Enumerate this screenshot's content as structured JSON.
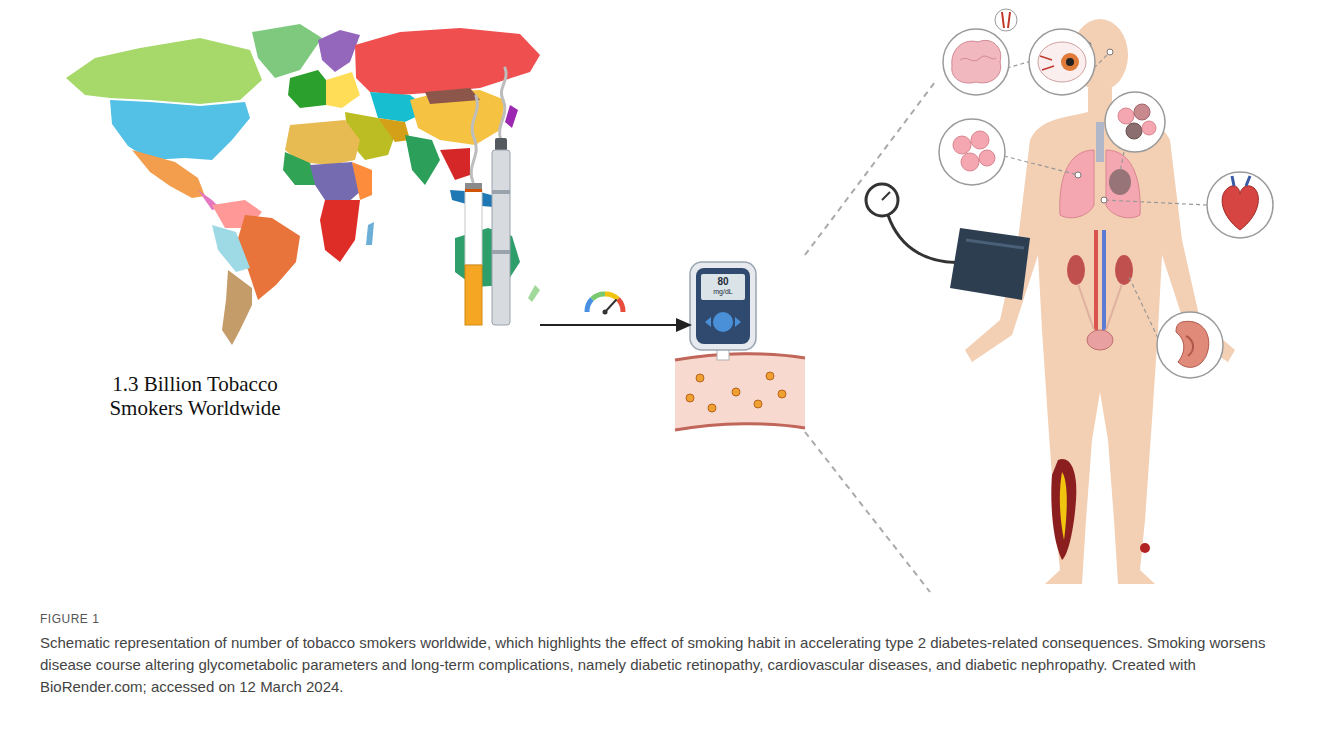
{
  "diagram": {
    "caption": "Schematic representation of number of tobacco smokers worldwide, which highlights the effect of smoking habit in accelerating type 2 diabetes-related consequences. Smoking worsens disease course altering glycometabolic parameters and long-term complications, namely diabetic retinopathy, cardiovascular diseases, and diabetic nephropathy. Created with BioRender.com; accessed on 12 March 2024.",
    "nodes": [
      {
        "text": [
          "1.3 Billion Tobacco Smokers Worldwide"
        ]
      },
      {
        "text": [
          "80",
          "mg/dL"
        ]
      }
    ],
    "edges": [
      {
        "from": 0,
        "to": 1,
        "arrow": "to"
      }
    ],
    "labels": [
      "FIGURE 1"
    ]
  }
}
